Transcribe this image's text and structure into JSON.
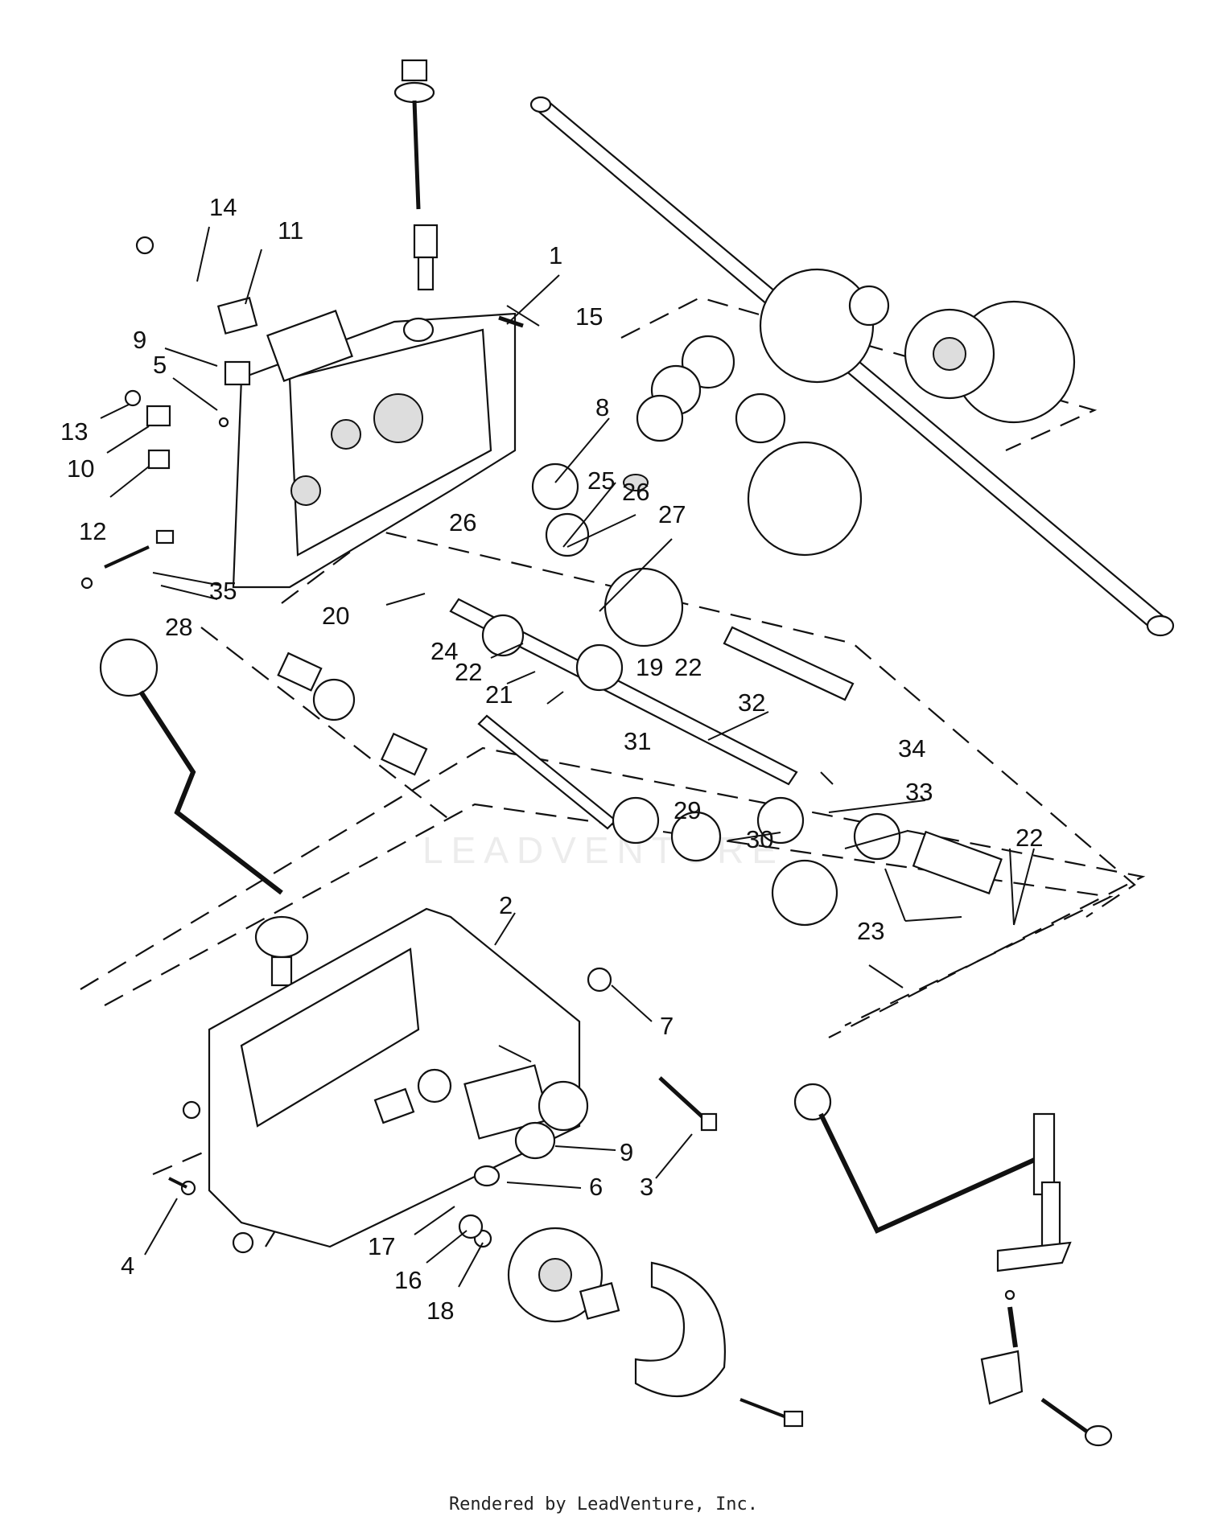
{
  "diagram": {
    "part_numbers": [
      "1",
      "2",
      "3",
      "4",
      "5",
      "6",
      "7",
      "8",
      "9",
      "9",
      "10",
      "11",
      "12",
      "13",
      "14",
      "15",
      "16",
      "17",
      "18",
      "19",
      "20",
      "21",
      "22",
      "22",
      "22",
      "23",
      "24",
      "25",
      "26",
      "26",
      "27",
      "28",
      "29",
      "30",
      "31",
      "32",
      "33",
      "34",
      "35"
    ]
  },
  "watermark": "LEADVENTURE",
  "footer": {
    "credit": "Rendered by LeadVenture, Inc."
  }
}
